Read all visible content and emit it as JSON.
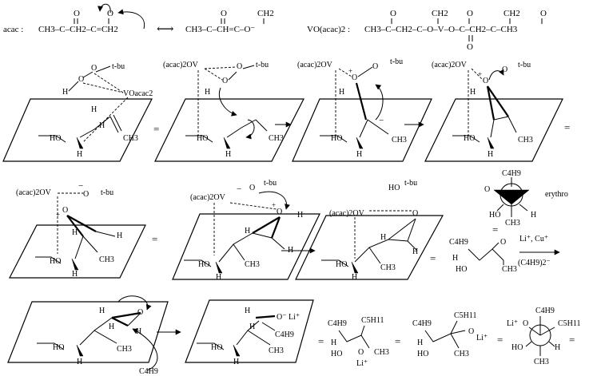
{
  "top": {
    "acac_label": "acac :",
    "acac1": "CH3–C–CH2–C=CH2",
    "acac2": "CH3–C–CH=C–O⁻",
    "vo_label": "VO(acac)2 :",
    "vo_formula": "CH3–C–CH2–C–O–V–O–C–CH2–C–CH3",
    "o": "O",
    "ch2": "CH2",
    "resonance": "⟷"
  },
  "labels": {
    "tbu": "t-bu",
    "acac2ov": "(acac)2OV",
    "voacac2": "VOacac2",
    "ho": "HO",
    "h": "H",
    "o": "O",
    "ch3": "CH3",
    "c4h9": "C4H9",
    "c5h11": "C5H11",
    "li": "Li⁺",
    "o_minus_li": "O⁻ Li⁺",
    "erythro": "erythro",
    "reagent_top": "Li⁺, Cu⁺",
    "reagent_bottom": "(C4H9)2⁻",
    "equals": "=",
    "minus": "−",
    "plus": "+"
  }
}
